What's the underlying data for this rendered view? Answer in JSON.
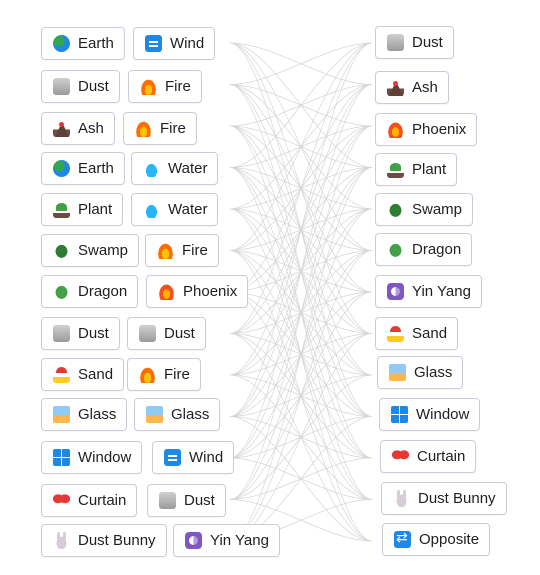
{
  "colors": {
    "chip_border": "#c8ced8",
    "background": "#ffffff",
    "line": "#d6d6d6"
  },
  "left_rows": [
    [
      {
        "label": "Earth",
        "icon": "earth-icon"
      },
      {
        "label": "Wind",
        "icon": "wind-icon"
      }
    ],
    [
      {
        "label": "Dust",
        "icon": "dust-icon"
      },
      {
        "label": "Fire",
        "icon": "fire-icon"
      }
    ],
    [
      {
        "label": "Ash",
        "icon": "ash-icon"
      },
      {
        "label": "Fire",
        "icon": "fire-icon"
      }
    ],
    [
      {
        "label": "Earth",
        "icon": "earth-icon"
      },
      {
        "label": "Water",
        "icon": "water-icon"
      }
    ],
    [
      {
        "label": "Plant",
        "icon": "plant-icon"
      },
      {
        "label": "Water",
        "icon": "water-icon"
      }
    ],
    [
      {
        "label": "Swamp",
        "icon": "swamp-icon"
      },
      {
        "label": "Fire",
        "icon": "fire-icon"
      }
    ],
    [
      {
        "label": "Dragon",
        "icon": "dragon-icon"
      },
      {
        "label": "Phoenix",
        "icon": "phoenix-icon"
      }
    ],
    [
      {
        "label": "Dust",
        "icon": "dust-icon"
      },
      {
        "label": "Dust",
        "icon": "dust-icon"
      }
    ],
    [
      {
        "label": "Sand",
        "icon": "sand-icon"
      },
      {
        "label": "Fire",
        "icon": "fire-icon"
      }
    ],
    [
      {
        "label": "Glass",
        "icon": "glass-icon"
      },
      {
        "label": "Glass",
        "icon": "glass-icon"
      }
    ],
    [
      {
        "label": "Window",
        "icon": "window-icon"
      },
      {
        "label": "Wind",
        "icon": "wind-icon"
      }
    ],
    [
      {
        "label": "Curtain",
        "icon": "curtain-icon"
      },
      {
        "label": "Dust",
        "icon": "dust-icon"
      }
    ],
    [
      {
        "label": "Dust Bunny",
        "icon": "dust-bunny-icon"
      },
      {
        "label": "Yin Yang",
        "icon": "yin-yang-icon"
      }
    ]
  ],
  "right_items": [
    {
      "label": "Dust",
      "icon": "dust-icon"
    },
    {
      "label": "Ash",
      "icon": "ash-icon"
    },
    {
      "label": "Phoenix",
      "icon": "phoenix-icon"
    },
    {
      "label": "Plant",
      "icon": "plant-icon"
    },
    {
      "label": "Swamp",
      "icon": "swamp-icon"
    },
    {
      "label": "Dragon",
      "icon": "dragon-icon"
    },
    {
      "label": "Yin Yang",
      "icon": "yin-yang-icon"
    },
    {
      "label": "Sand",
      "icon": "sand-icon"
    },
    {
      "label": "Glass",
      "icon": "glass-icon"
    },
    {
      "label": "Window",
      "icon": "window-icon"
    },
    {
      "label": "Curtain",
      "icon": "curtain-icon"
    },
    {
      "label": "Dust Bunny",
      "icon": "dust-bunny-icon"
    },
    {
      "label": "Opposite",
      "icon": "opposite-icon"
    }
  ]
}
